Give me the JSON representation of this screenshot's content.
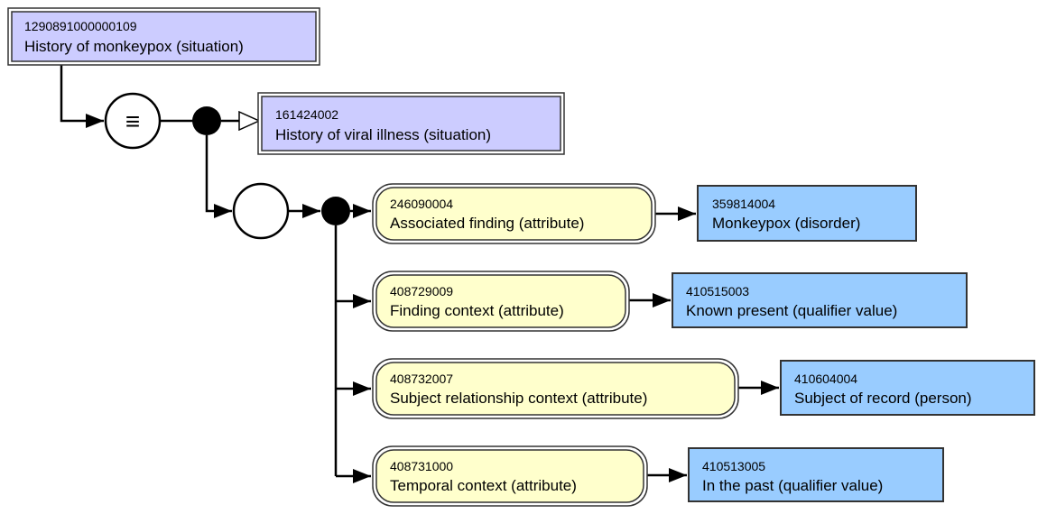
{
  "concept": {
    "id": "1290891000000109",
    "term": "History of monkeypox (situation)"
  },
  "definition_status_symbol": "≡",
  "parent": {
    "id": "161424002",
    "term": "History of viral illness (situation)"
  },
  "attributes": [
    {
      "attribute": {
        "id": "246090004",
        "term": "Associated finding (attribute)"
      },
      "value": {
        "id": "359814004",
        "term": "Monkeypox (disorder)"
      }
    },
    {
      "attribute": {
        "id": "408729009",
        "term": "Finding context (attribute)"
      },
      "value": {
        "id": "410515003",
        "term": "Known present (qualifier value)"
      }
    },
    {
      "attribute": {
        "id": "408732007",
        "term": "Subject relationship context (attribute)"
      },
      "value": {
        "id": "410604004",
        "term": "Subject of record (person)"
      }
    },
    {
      "attribute": {
        "id": "408731000",
        "term": "Temporal context (attribute)"
      },
      "value": {
        "id": "410513005",
        "term": "In the past (qualifier value)"
      }
    }
  ],
  "colors": {
    "defined_concept_fill": "#ccccff",
    "attribute_fill": "#ffffcc",
    "value_fill": "#99ccff",
    "stroke": "#333333",
    "line": "#000000"
  }
}
